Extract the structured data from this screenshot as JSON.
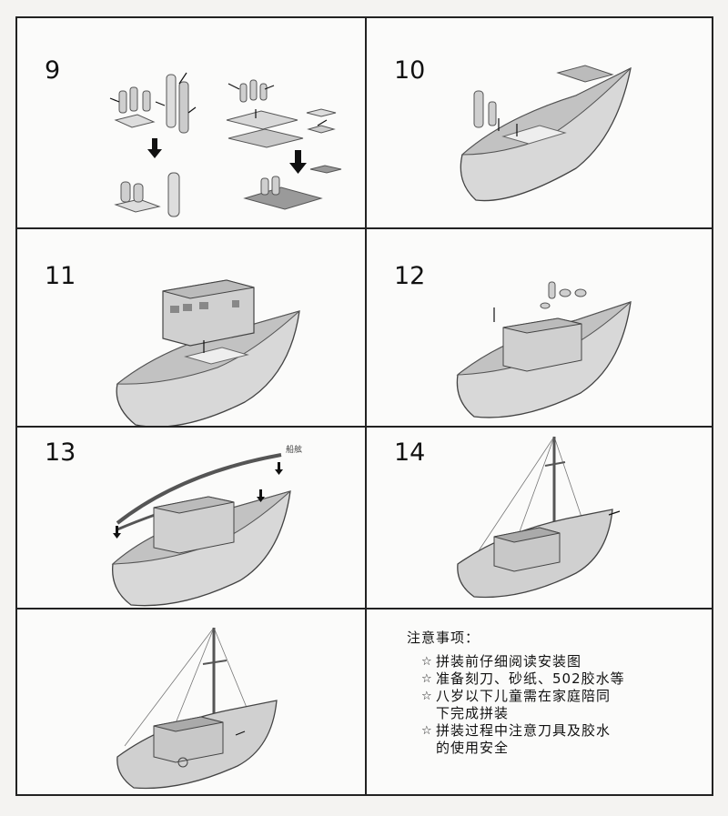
{
  "steps": {
    "s9": "9",
    "s10": "10",
    "s11": "11",
    "s12": "12",
    "s13": "13",
    "s14": "14"
  },
  "step13_label": "船舷",
  "notes": {
    "title": "注意事项：",
    "star": "☆",
    "items": [
      {
        "line1": "拼装前仔细阅读安装图",
        "line2": ""
      },
      {
        "line1": "准备刻刀、砂纸、502胶水等",
        "line2": ""
      },
      {
        "line1": "八岁以下儿童需在家庭陪同",
        "line2": "下完成拼装"
      },
      {
        "line1": "拼装过程中注意刀具及胶水",
        "line2": "的使用安全"
      }
    ]
  }
}
